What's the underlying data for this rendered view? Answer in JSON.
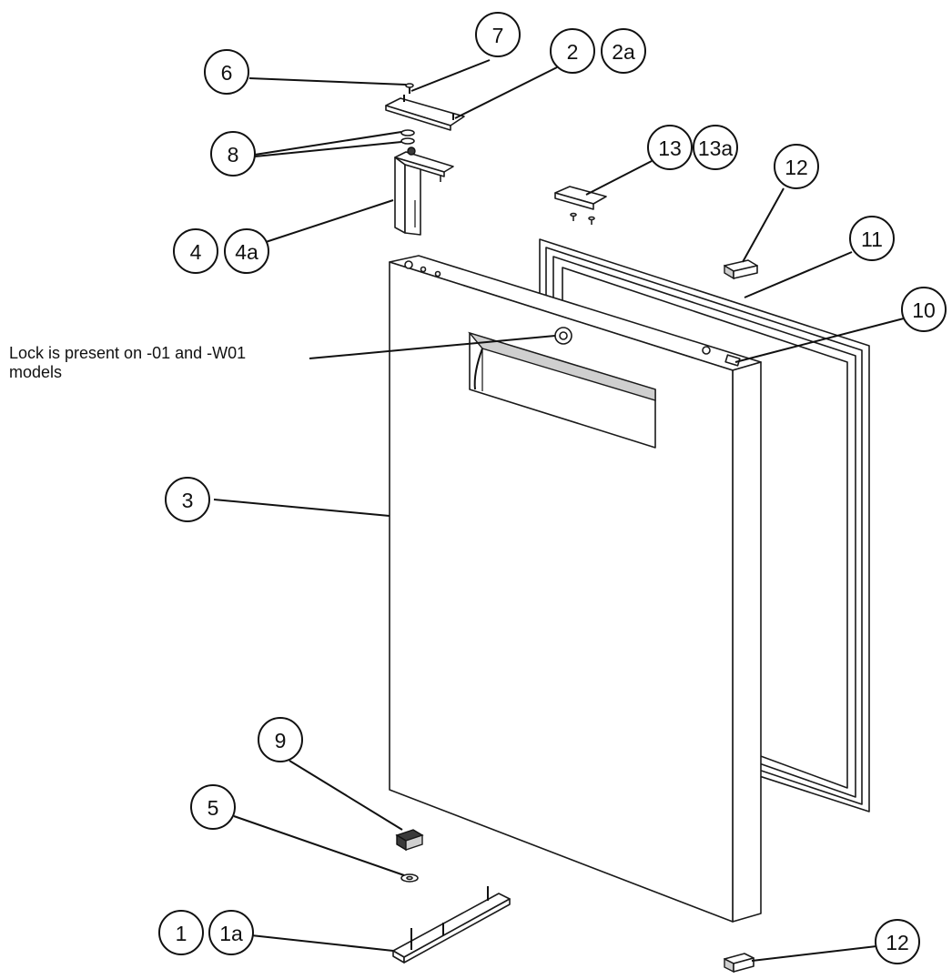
{
  "callouts": {
    "c1": "1",
    "c1a": "1a",
    "c2": "2",
    "c2a": "2a",
    "c3": "3",
    "c4": "4",
    "c4a": "4a",
    "c5": "5",
    "c6": "6",
    "c7": "7",
    "c8": "8",
    "c9": "9",
    "c10": "10",
    "c11": "11",
    "c12_top": "12",
    "c12_bottom": "12",
    "c13": "13",
    "c13a": "13a"
  },
  "note": {
    "line1": "Lock is present on -01 and -W01",
    "line2": "models"
  }
}
